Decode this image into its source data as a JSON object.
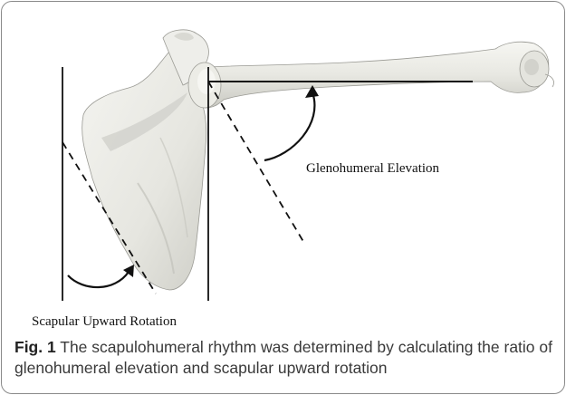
{
  "figure": {
    "label_glenohumeral": "Glenohumeral Elevation",
    "label_scapular": "Scapular Upward Rotation"
  },
  "caption": {
    "fig_label": "Fig. 1",
    "text": " The scapulohumeral rhythm was determined by calculating the ratio of glenohumeral elevation and scapular upward rotation"
  }
}
